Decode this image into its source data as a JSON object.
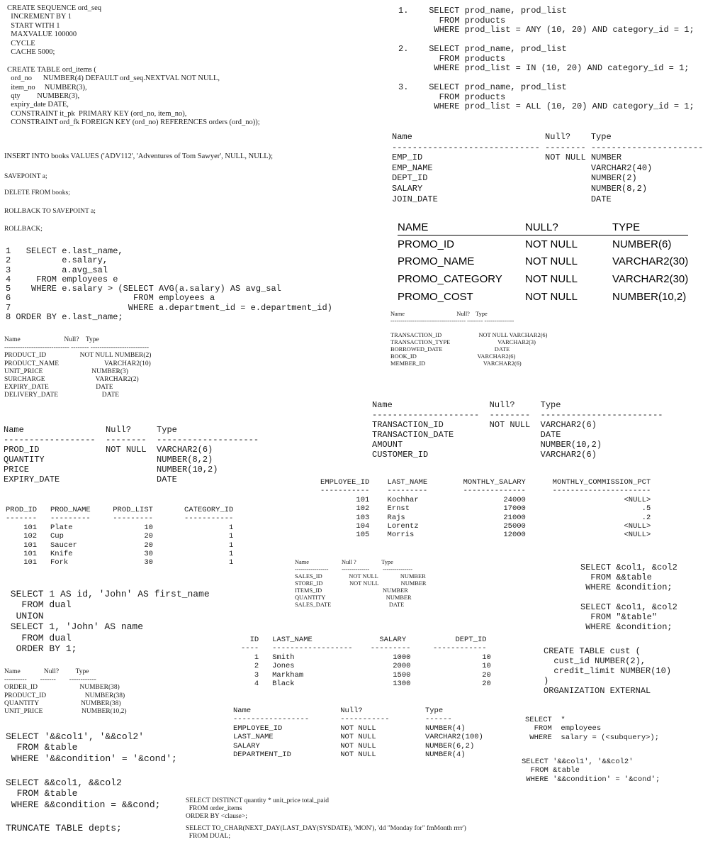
{
  "blocks": {
    "sequence_table": "CREATE SEQUENCE ord_seq\n  INCREMENT BY 1\n  START WITH 1\n  MAXVALUE 100000\n  CYCLE\n  CACHE 5000;\n\nCREATE TABLE ord_items (\n  ord_no      NUMBER(4) DEFAULT ord_seq.NEXTVAL NOT NULL,\n  item_no     NUMBER(3),\n  qty         NUMBER(3),\n  expiry_date DATE,\n  CONSTRAINT it_pk  PRIMARY KEY (ord_no, item_no),\n  CONSTRAINT ord_fk FOREIGN KEY (ord_no) REFERENCES orders (ord_no));",
    "insert_stmt": "INSERT INTO books VALUES ('ADV112', 'Adventures of Tom Sawyer', NULL, NULL);",
    "savepoint": "SAVEPOINT a;",
    "delete_stmt": "DELETE FROM books;",
    "rollback_to": "ROLLBACK TO SAVEPOINT a;",
    "rollback": "ROLLBACK;",
    "avg_sal_query": "1   SELECT e.last_name,\n2          e.salary,\n3          a.avg_sal\n4     FROM employees e\n5    WHERE e.salary > (SELECT AVG(a.salary) AS avg_sal\n6                        FROM employees a\n7                       WHERE a.department_id = e.department_id)\n8 ORDER BY e.last_name;",
    "product_desc": "Name                          Null?    Type\n----------------------------- -------- --------------------------\nPRODUCT_ID                    NOT NULL NUMBER(2)\nPRODUCT_NAME                           VARCHAR2(10)\nUNIT_PRICE                             NUMBER(3)\nSURCHARGE                              VARCHAR2(2)\nEXPIRY_DATE                            DATE\nDELIVERY_DATE                          DATE",
    "prod_desc": "Name                Null?     Type\n------------------  --------  --------------------\nPROD_ID             NOT NULL  VARCHAR2(6)\nQUANTITY                      NUMBER(8,2)\nPRICE                         NUMBER(10,2)\nEXPIRY_DATE                   DATE",
    "products_rows": "PROD_ID   PROD_NAME     PROD_LIST       CATEGORY_ID\n-------   ---------     ---------       -----------\n    101   Plate                10                 1\n    102   Cup                  20                 1\n    101   Saucer               20                 1\n    101   Knife                30                 1\n    101   Fork                 30                 1",
    "union_query": " SELECT 1 AS id, 'John' AS first_name\n   FROM dual\n  UNION\n SELECT 1, 'John' AS name\n   FROM dual\n  ORDER BY 1;",
    "order_items_desc": "Name              Null?          Type\n----------        -------        ------------\nORDER_ID                         NUMBER(38)\nPRODUCT_ID                       NUMBER(38)\nQUANTITY                         NUMBER(38)\nUNIT_PRICE                       NUMBER(10,2)",
    "subst_1": "SELECT '&&col1', '&&col2'\n  FROM &table\n WHERE '&&condition' = '&cond';",
    "subst_2": "SELECT &&col1, &&col2\n  FROM &table\n WHERE &&condition = &&cond;",
    "truncate": "TRUNCATE TABLE depts;",
    "any_in_all": "1.    SELECT prod_name, prod_list\n        FROM products\n       WHERE prod_list = ANY (10, 20) AND category_id = 1;\n\n2.    SELECT prod_name, prod_list\n        FROM products\n       WHERE prod_list = IN (10, 20) AND category_id = 1;\n\n3.    SELECT prod_name, prod_list\n        FROM products\n       WHERE prod_list = ALL (10, 20) AND category_id = 1;",
    "emp_desc": "Name                          Null?    Type\n----------------------------- -------- ----------------------\nEMP_ID                        NOT NULL NUMBER\nEMP_NAME                               VARCHAR2(40)\nDEPT_ID                                NUMBER(2)\nSALARY                                 NUMBER(8,2)\nJOIN_DATE                              DATE",
    "transaction_desc_1": "Name                                   Null?    Type\n-------------------------------------- -------- ---------------\n\nTRANSACTION_ID                         NOT NULL VARCHAR2(6)\nTRANSACTION_TYPE                                VARCHAR2(3)\nBORROWED_DATE                                   DATE\nBOOK_ID                                         VARCHAR2(6)\nMEMBER_ID                                       VARCHAR2(6)",
    "transaction_desc_2": "Name                   Null?     Type\n---------------------  --------  ------------------------\nTRANSACTION_ID         NOT NULL  VARCHAR2(6)\nTRANSACTION_DATE                 DATE\nAMOUNT                           NUMBER(10,2)\nCUSTOMER_ID                      VARCHAR2(6)",
    "monthly_rows": "EMPLOYEE_ID    LAST_NAME        MONTHLY_SALARY      MONTHLY_COMMISSION_PCT\n-----------    ---------        --------------      ----------------------\n        101    Kochhar                   24000                      <NULL>\n        102    Ernst                     17000                          .5\n        103    Rajs                      21000                          .2\n        104    Lorentz                   25000                      <NULL>\n        105    Morris                    12000                      <NULL>",
    "sales_desc": "Name                      Null ?                 Type\n-----------------         --------------         ---------------\nSALES_ID                  NOT NULL               NUMBER\nSTORE_ID                  NOT NULL               NUMBER\nITEMS_ID                                         NUMBER\nQUANTITY                                         NUMBER\nSALES_DATE                                       DATE",
    "subst_3": "SELECT &col1, &col2\n  FROM &&table\n WHERE &condition;\n\nSELECT &col1, &col2\n  FROM \"&table\"\n WHERE &condition;",
    "emp_rows": "  ID   LAST_NAME               SALARY           DEPT_ID\n----   ------------------    ---------     ------------\n   1   Smith                      1000                10\n   2   Jones                      2000                10\n   3   Markham                    1500                20\n   4   Black                      1300                20",
    "external_table": "CREATE TABLE cust (\n  cust_id NUMBER(2),\n  credit_limit NUMBER(10)\n)\nORGANIZATION EXTERNAL",
    "employees_desc": "Name                    Null?              Type\n-----------------       -----------        ------\nEMPLOYEE_ID             NOT NULL           NUMBER(4)\nLAST_NAME               NOT NULL           VARCHAR2(100)\nSALARY                  NOT NULL           NUMBER(6,2)\nDEPARTMENT_ID           NOT NULL           NUMBER(4)",
    "subquery_stmt": "SELECT  *\n  FROM  employees\n WHERE  salary = (<subquery>);",
    "subst_4": "SELECT '&&col1', '&&col2'\n  FROM &table\n WHERE '&&condition' = '&cond';",
    "distinct_stmt": "SELECT DISTINCT quantity * unit_price total_paid\n  FROM order_items\nORDER BY <clause>;",
    "to_char_stmt": "SELECT TO_CHAR(NEXT_DAY(LAST_DAY(SYSDATE), 'MON'), 'dd \"Monday for\" fmMonth rrrr')\n  FROM DUAL;"
  },
  "promo_table": {
    "headers": [
      "NAME",
      "NULL?",
      "TYPE"
    ],
    "rows": [
      [
        "PROMO_ID",
        "NOT NULL",
        "NUMBER(6)"
      ],
      [
        "PROMO_NAME",
        "NOT NULL",
        "VARCHAR2(30)"
      ],
      [
        "PROMO_CATEGORY",
        "NOT NULL",
        "VARCHAR2(30)"
      ],
      [
        "PROMO_COST",
        "NOT NULL",
        "NUMBER(10,2)"
      ]
    ]
  }
}
